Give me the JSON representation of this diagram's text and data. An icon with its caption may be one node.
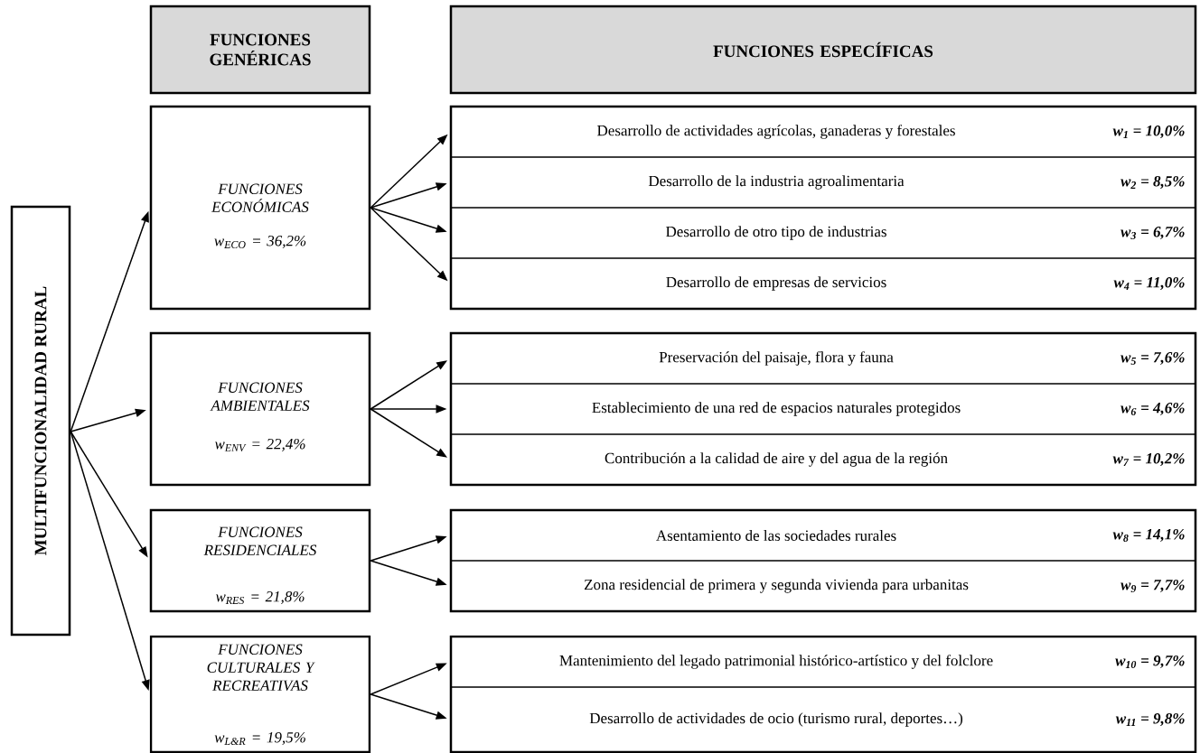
{
  "diagram": {
    "nodes": [
      {
        "text": [
          "MULTIFUNCIONALIDAD RURAL"
        ]
      },
      {
        "text": [
          "FUNCIONES GENÉRICAS"
        ]
      },
      {
        "text": [
          "FUNCIONES ESPECÍFICAS"
        ]
      },
      {
        "text": [
          "FUNCIONES ECONÓMICAS",
          "w$_{ECO}$ = 36,2%"
        ]
      },
      {
        "text": [
          "Desarrollo de actividades agrícolas, ganaderas y forestales",
          "w$_{1}$ = 10,0%"
        ]
      },
      {
        "text": [
          "Desarrollo de la industria agroalimentaria",
          "w$_{2}$ = 8,5%"
        ]
      },
      {
        "text": [
          "Desarrollo de otro tipo de industrias",
          "w$_{3}$ = 6,7%"
        ]
      },
      {
        "text": [
          "Desarrollo de empresas de servicios",
          "w$_{4}$ = 11,0%"
        ]
      },
      {
        "text": [
          "FUNCIONES AMBIENTALES",
          "w$_{ENV}$ = 22,4%"
        ]
      },
      {
        "text": [
          "Preservación del paisaje, flora y fauna",
          "w$_{5}$ = 7,6%"
        ]
      },
      {
        "text": [
          "Establecimiento de una red de espacios naturales protegidos",
          "w$_{6}$ = 4,6%"
        ]
      },
      {
        "text": [
          "Contribución a la calidad de aire y del agua de la región",
          "w$_{7}$ = 10,2%"
        ]
      },
      {
        "text": [
          "FUNCIONES RESIDENCIALES",
          "w$_{RES}$ = 21,8%"
        ]
      },
      {
        "text": [
          "Asentamiento de las sociedades rurales",
          "w$_{8}$ = 14,1%"
        ]
      },
      {
        "text": [
          "Zona residencial de primera y segunda vivienda para urbanitas",
          "w$_{9}$ = 7,7%"
        ]
      },
      {
        "text": [
          "FUNCIONES CULTURALES Y RECREATIVAS",
          "w$_{L&R}$ = 19,5%"
        ]
      },
      {
        "text": [
          "Mantenimiento del legado patrimonial histórico-artístico y del folclore",
          "w$_{10}$ = 9,7%"
        ]
      },
      {
        "text": [
          "Desarrollo de actividades de ocio (turismo rural, deportes…)",
          "w$_{11}$ = 9,8%"
        ]
      }
    ],
    "edges": [
      {
        "from": 0,
        "to": 3,
        "arrow": "to"
      },
      {
        "from": 0,
        "to": 8,
        "arrow": "to"
      },
      {
        "from": 0,
        "to": 12,
        "arrow": "to"
      },
      {
        "from": 0,
        "to": 15,
        "arrow": "to"
      },
      {
        "from": 3,
        "to": 4,
        "arrow": "to"
      },
      {
        "from": 3,
        "to": 5,
        "arrow": "to"
      },
      {
        "from": 3,
        "to": 6,
        "arrow": "to"
      },
      {
        "from": 3,
        "to": 7,
        "arrow": "to"
      },
      {
        "from": 8,
        "to": 9,
        "arrow": "to"
      },
      {
        "from": 8,
        "to": 10,
        "arrow": "to"
      },
      {
        "from": 8,
        "to": 11,
        "arrow": "to"
      },
      {
        "from": 12,
        "to": 13,
        "arrow": "to"
      },
      {
        "from": 12,
        "to": 14,
        "arrow": "to"
      },
      {
        "from": 15,
        "to": 16,
        "arrow": "to"
      },
      {
        "from": 15,
        "to": 17,
        "arrow": "to"
      }
    ]
  }
}
